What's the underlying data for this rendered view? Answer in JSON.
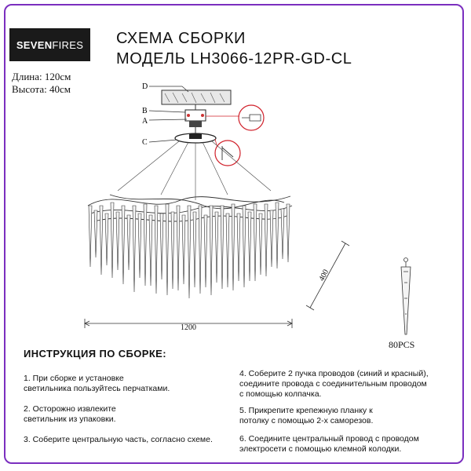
{
  "brand": {
    "part1": "SEVEN",
    "part2": "FIRES"
  },
  "title": {
    "line1": "СХЕМА СБОРКИ",
    "line2": "МОДЕЛЬ LH3066-12PR-GD-CL"
  },
  "dimensions": {
    "length": "Длина: 120см",
    "height": "Высота: 40см"
  },
  "drawing": {
    "labels": {
      "d": "D",
      "b": "B",
      "a": "A",
      "c": "C"
    },
    "width_dim": "1200",
    "height_dim": "400",
    "pieces": "80PCS"
  },
  "instructions": {
    "heading": "ИНСТРУКЦИЯ ПО СБОРКЕ:",
    "steps": [
      "1. При сборке и установке\nсветильника пользуйтесь перчатками.",
      "2. Осторожно извлеките\nсветильник из упаковки.",
      "3. Соберите центральную часть, согласно схеме.",
      "4. Соберите 2 пучка проводов (синий и красный),\nсоедините провода с соединительным проводом\nс помощью колпачка.",
      "5. Прикрепите крепежную планку к\nпотолку с помощью 2-х саморезов.",
      "6. Соедините центральный провод с проводом\nэлектросети с помощью клемной колодки."
    ]
  },
  "colors": {
    "frame": "#7b2fbf",
    "accent_red": "#d0202a",
    "logo_bg": "#1a1a1a"
  }
}
